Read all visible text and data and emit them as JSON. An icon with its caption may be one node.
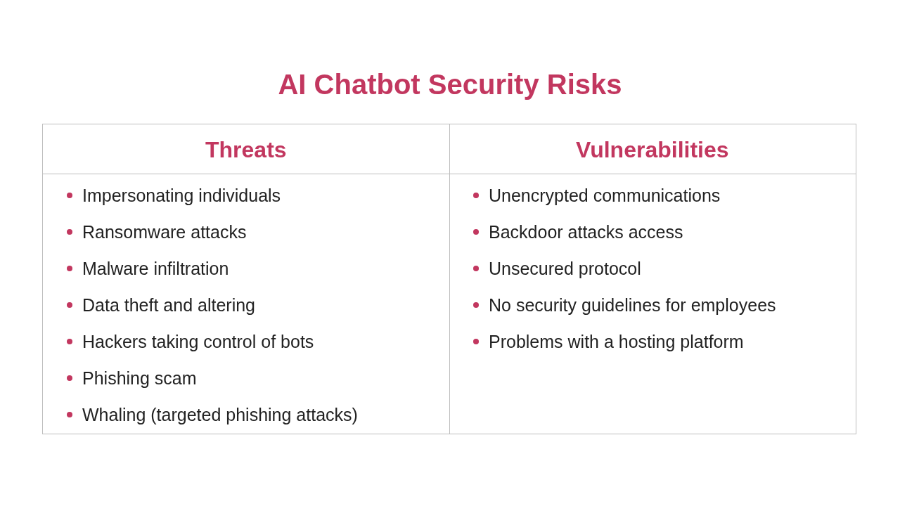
{
  "diagram": {
    "title": "AI Chatbot Security Risks",
    "labels": [
      "Threats",
      "Vulnerabilities",
      "Impersonating individuals",
      "Unencrypted communications",
      "Ransomware attacks",
      "Backdoor attacks access",
      "Malware infiltration",
      "Unsecured protocol",
      "Data theft and altering",
      "No security guidelines for employees",
      "Hackers taking control of bots",
      "Problems with a hosting platform",
      "Phishing scam",
      "Whaling (targeted phishing attacks)"
    ]
  }
}
